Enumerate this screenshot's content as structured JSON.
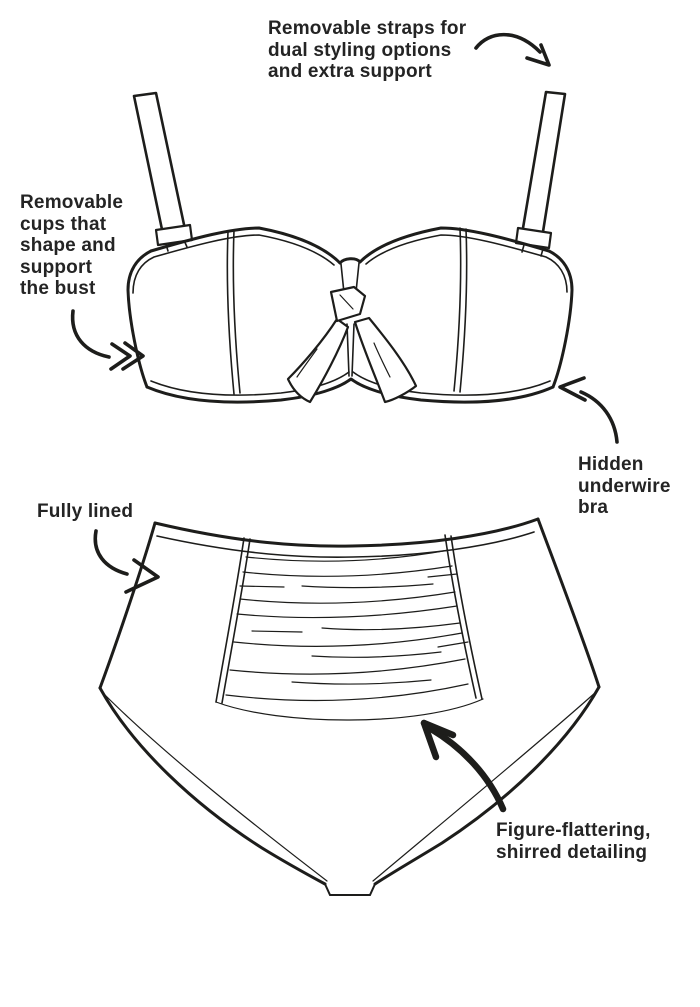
{
  "colors": {
    "ink": "#1d1d1b",
    "background": "#ffffff",
    "text": "#242424"
  },
  "diagram": {
    "subject": "bikini-set-feature-diagram",
    "figures": [
      "bandeau-bikini-top",
      "high-waisted-bikini-bottom"
    ]
  },
  "annotations": {
    "removable_straps": {
      "text": "Removable straps for\ndual styling options\nand extra support",
      "arrow_icon": "curved-arrow-down-right"
    },
    "removable_cups": {
      "text": "Removable\ncups that\nshape and\nsupport\nthe bust",
      "arrow_icon": "curved-arrow-down-right-double-chevron"
    },
    "hidden_underwire": {
      "text": "Hidden\nunderwire\nbra",
      "arrow_icon": "curved-arrow-up-left"
    },
    "fully_lined": {
      "text": "Fully lined",
      "arrow_icon": "curved-arrow-down-right"
    },
    "shirred_detailing": {
      "text": "Figure-flattering,\nshirred detailing",
      "arrow_icon": "thick-brush-arrow-up-left"
    }
  }
}
